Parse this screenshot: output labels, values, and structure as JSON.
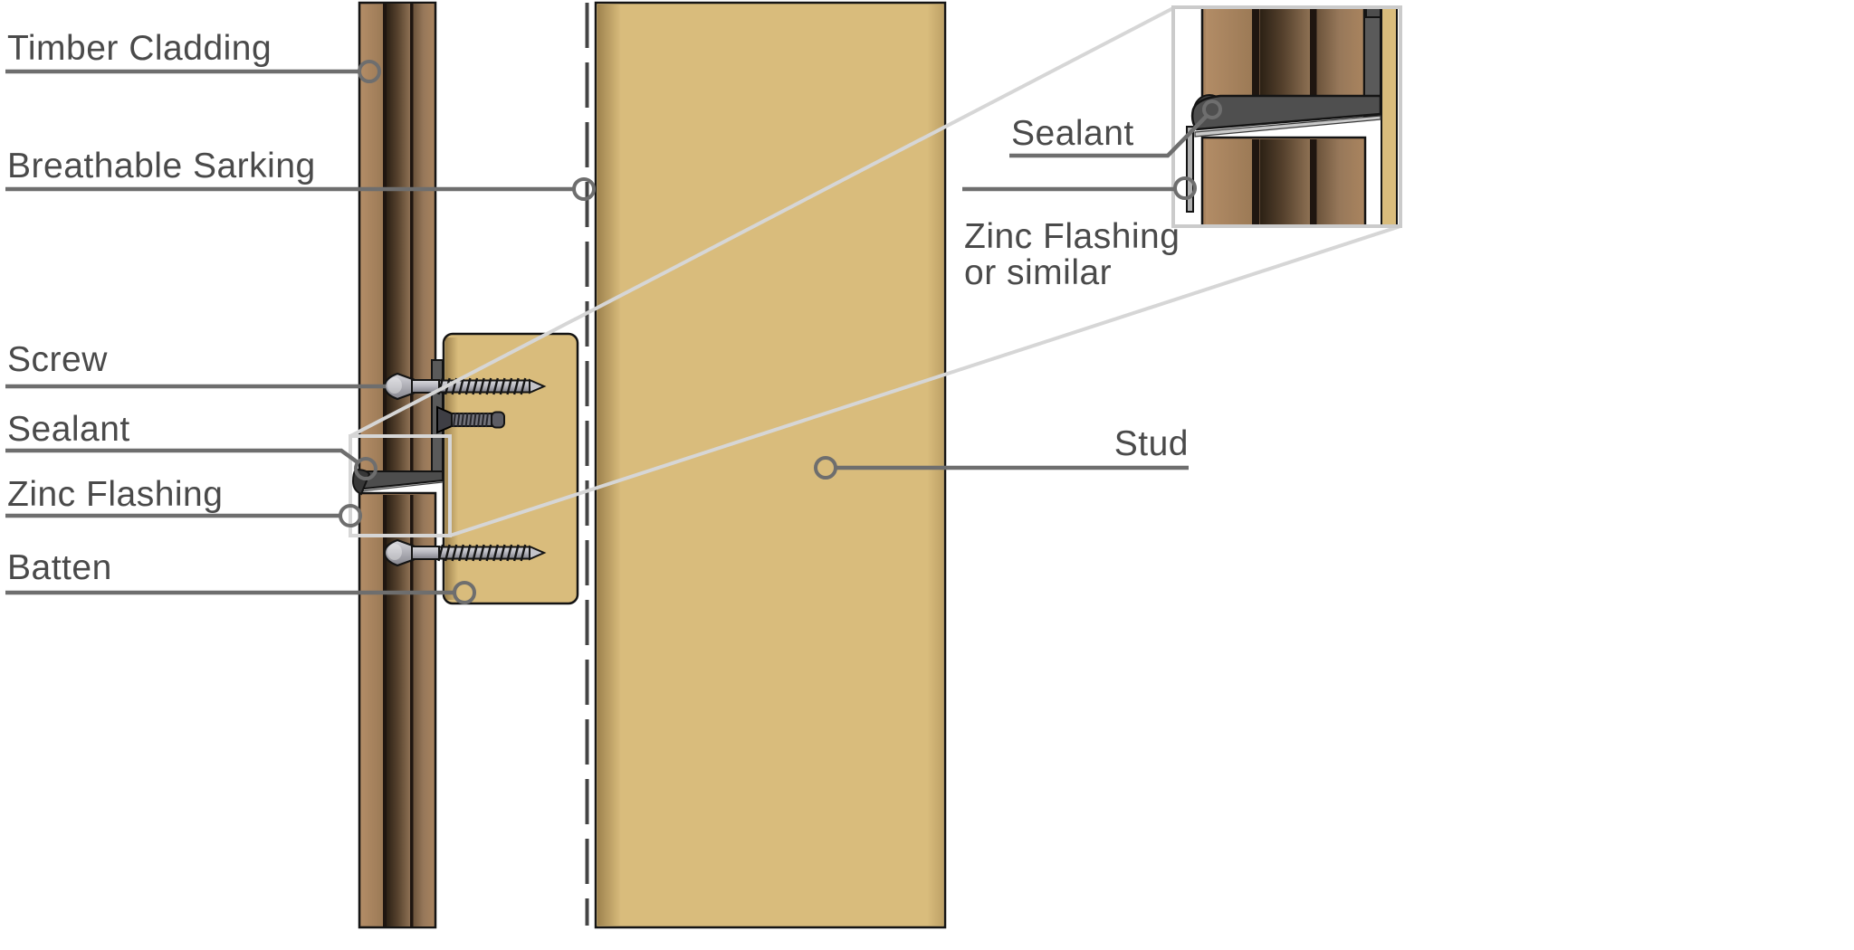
{
  "diagram": {
    "type": "construction-detail",
    "description": "Vertical timber cladding junction detail with zinc flashing, batten and stud, plus magnified inset of the flashing joint"
  },
  "labels": {
    "timber_cladding": "Timber Cladding",
    "breathable_sarking": "Breathable Sarking",
    "screw": "Screw",
    "sealant": "Sealant",
    "zinc_flashing": "Zinc Flashing",
    "batten": "Batten",
    "stud": "Stud",
    "inset_sealant": "Sealant",
    "inset_zinc_flashing_line1": "Zinc Flashing",
    "inset_zinc_flashing_line2": "or similar"
  },
  "colors": {
    "background": "#ffffff",
    "label_text": "#4a4a4a",
    "leader_line": "#6e6e6e",
    "callout_line": "#d6d6d6",
    "timber_light": "#a8835e",
    "timber_groove": "#1f1610",
    "framing_tan": "#d9bc7c",
    "flashing_gray": "#5a5a5a",
    "sealant_dark": "#3f3f3f",
    "screw_metal": "#c0c0c6",
    "sarking_dash": "#454545"
  }
}
